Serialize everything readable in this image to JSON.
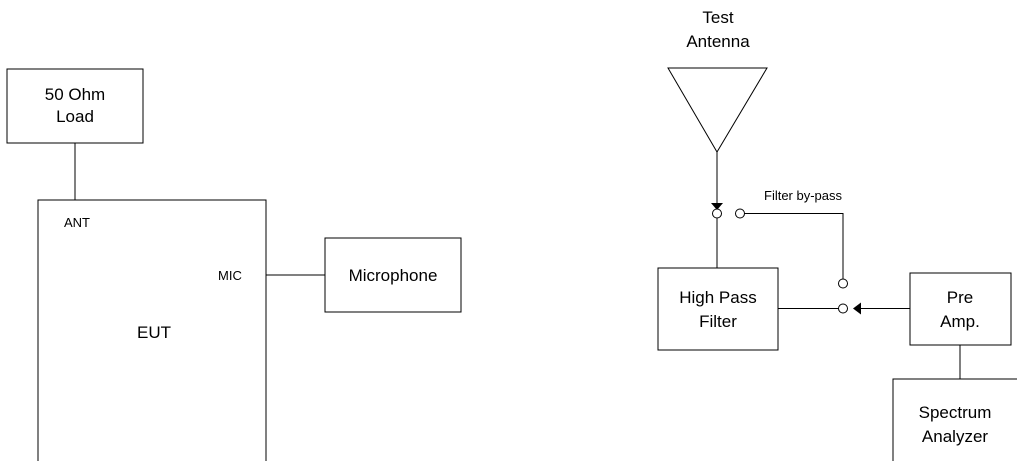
{
  "left": {
    "load": {
      "line1": "50 Ohm",
      "line2": "Load"
    },
    "eut": {
      "label": "EUT",
      "ant_label": "ANT",
      "mic_label": "MIC"
    },
    "microphone": {
      "label": "Microphone"
    }
  },
  "right": {
    "antenna": {
      "line1": "Test",
      "line2": "Antenna"
    },
    "bypass": {
      "label": "Filter by-pass"
    },
    "hpf": {
      "line1": "High Pass",
      "line2": "Filter"
    },
    "preamp": {
      "line1": "Pre",
      "line2": "Amp."
    },
    "analyzer": {
      "line1": "Spectrum",
      "line2": "Analyzer"
    }
  }
}
